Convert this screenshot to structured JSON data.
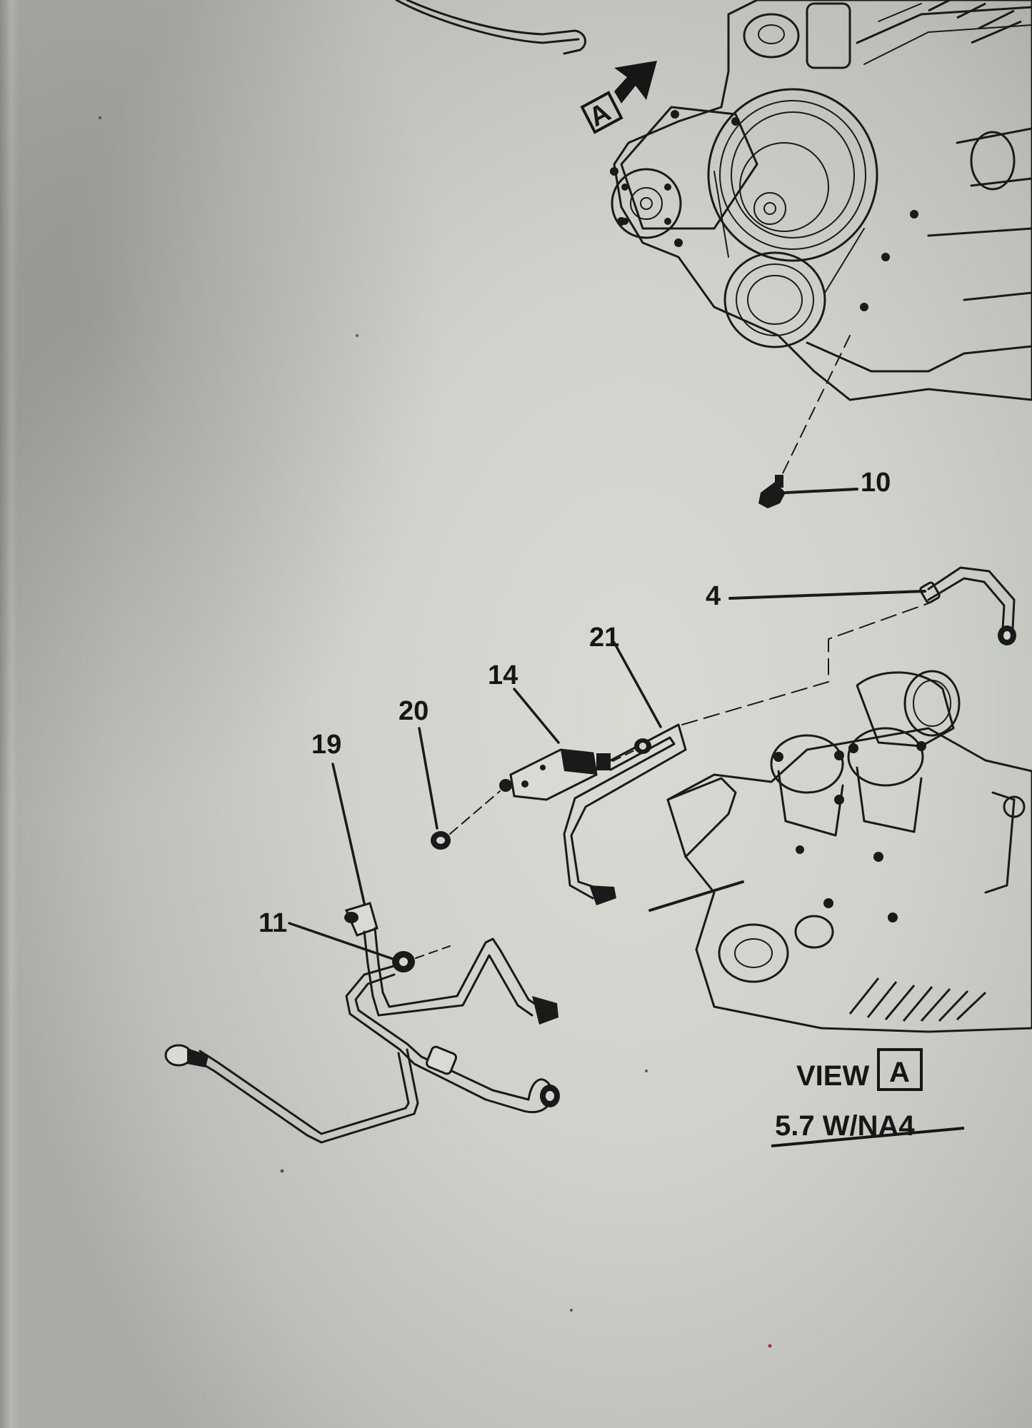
{
  "callouts": {
    "c10": "10",
    "c4": "4",
    "c21": "21",
    "c14": "14",
    "c20": "20",
    "c19": "19",
    "c11": "11"
  },
  "view_marker": "A",
  "caption": {
    "view_word": "VIEW",
    "view_letter": "A",
    "engine": "5.7 W/NA4"
  }
}
